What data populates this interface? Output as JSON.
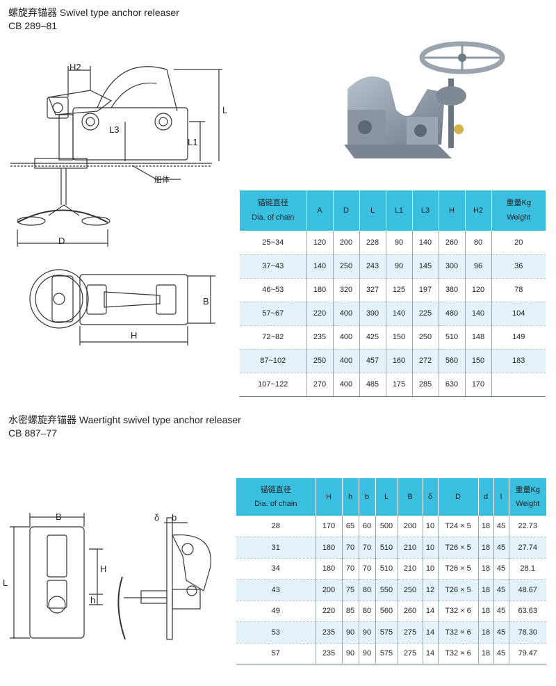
{
  "section1": {
    "title": "螺旋弃锚器 Swivel type anchor releaser",
    "code": "CB 289–81",
    "drawing_labels": {
      "H2": "H2",
      "L3": "L3",
      "L1": "L1",
      "L": "L",
      "D": "D",
      "B": "B",
      "H": "H",
      "hull": "船体"
    },
    "table": {
      "header_cn": "锚链直径",
      "header_en": "Dia. of chain",
      "columns": [
        "A",
        "D",
        "L",
        "L1",
        "L3",
        "H",
        "H2"
      ],
      "weight_cn": "重量Kg",
      "weight_en": "Weight",
      "rows": [
        [
          "25~34",
          "120",
          "200",
          "228",
          "90",
          "140",
          "260",
          "80",
          "20"
        ],
        [
          "37~43",
          "140",
          "250",
          "243",
          "90",
          "145",
          "300",
          "96",
          "36"
        ],
        [
          "46~53",
          "180",
          "320",
          "327",
          "125",
          "197",
          "380",
          "120",
          "78"
        ],
        [
          "57~67",
          "220",
          "400",
          "390",
          "140",
          "225",
          "480",
          "140",
          "104"
        ],
        [
          "72~82",
          "235",
          "400",
          "425",
          "150",
          "250",
          "510",
          "148",
          "149"
        ],
        [
          "87~102",
          "250",
          "400",
          "457",
          "160",
          "272",
          "560",
          "150",
          "183"
        ],
        [
          "107~122",
          "270",
          "400",
          "485",
          "175",
          "285",
          "630",
          "170",
          ""
        ]
      ]
    }
  },
  "section2": {
    "title": "水密螺旋弃锚器 Waertight swivel type anchor releaser",
    "code": "CB 887–77",
    "drawing_labels": {
      "B": "B",
      "L": "L",
      "H": "H",
      "h": "h",
      "delta": "δ",
      "b": "b"
    },
    "table": {
      "header_cn": "锚链直径",
      "header_en": "Dia. of chain",
      "columns": [
        "H",
        "h",
        "b",
        "L",
        "B",
        "δ",
        "D",
        "d",
        "l"
      ],
      "weight_cn": "重量Kg",
      "weight_en": "Weight",
      "rows": [
        [
          "28",
          "170",
          "65",
          "60",
          "500",
          "200",
          "10",
          "T24 × 5",
          "18",
          "45",
          "22.73"
        ],
        [
          "31",
          "180",
          "70",
          "70",
          "510",
          "210",
          "10",
          "T26 × 5",
          "18",
          "45",
          "27.74"
        ],
        [
          "34",
          "180",
          "70",
          "70",
          "510",
          "210",
          "10",
          "T26 × 5",
          "18",
          "45",
          "28.1"
        ],
        [
          "43",
          "200",
          "75",
          "80",
          "550",
          "250",
          "12",
          "T26 × 5",
          "18",
          "45",
          "48.67"
        ],
        [
          "49",
          "220",
          "85",
          "80",
          "560",
          "260",
          "14",
          "T32 × 6",
          "18",
          "45",
          "63.63"
        ],
        [
          "53",
          "235",
          "90",
          "90",
          "575",
          "275",
          "14",
          "T32 × 6",
          "18",
          "45",
          "78.30"
        ],
        [
          "57",
          "235",
          "90",
          "90",
          "575",
          "275",
          "14",
          "T32 × 6",
          "18",
          "45",
          "79.47"
        ]
      ]
    }
  },
  "colors": {
    "header": "#3bbfe0",
    "shaded_row": "#e3f3f9",
    "steel": "#8f9aa6"
  },
  "icons": [
    "handwheel-icon",
    "anchor-releaser-photo"
  ]
}
